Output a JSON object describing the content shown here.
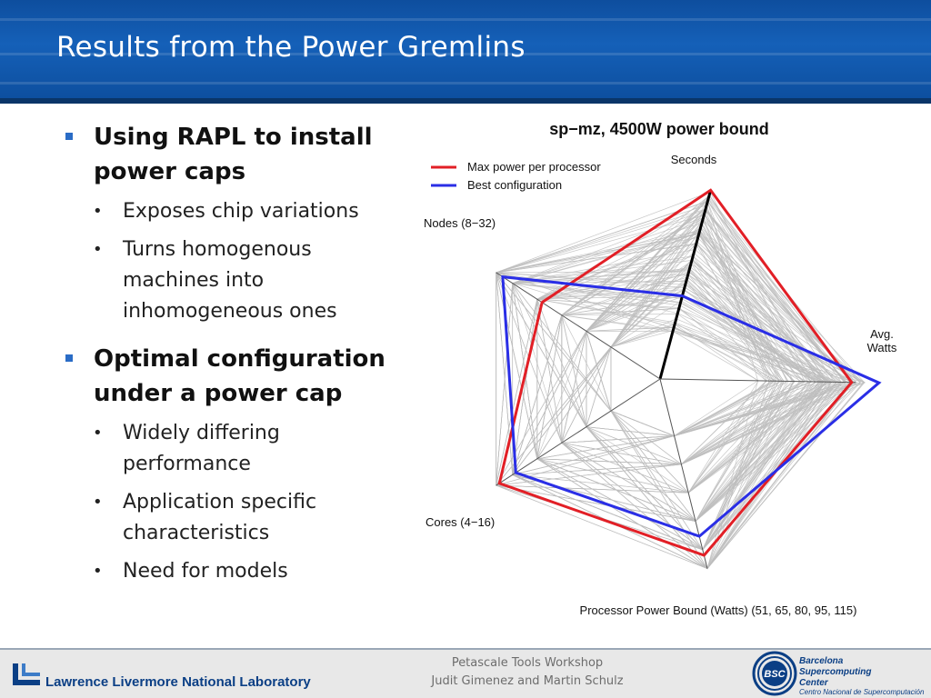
{
  "slide": {
    "title": "Results from the Power Gremlins"
  },
  "bullets": [
    {
      "text": "Using RAPL to install power caps",
      "sub": [
        "Exposes chip variations",
        "Turns homogenous machines into inhomogeneous ones"
      ]
    },
    {
      "text": "Optimal configuration under a power cap",
      "sub": [
        "Widely differing performance",
        "Application specific characteristics",
        "Need for models"
      ]
    }
  ],
  "chart_data": {
    "type": "radar",
    "title": "sp−mz, 4500W power bound",
    "axes": [
      "Seconds",
      "Avg. Watts",
      "Processor Power Bound (Watts) (51, 65, 80, 95, 115)",
      "Cores (4−16)",
      "Nodes (8−32)"
    ],
    "axis_range": [
      0,
      1
    ],
    "legend": {
      "position": "top-left"
    },
    "series": [
      {
        "name": "Max power per processor",
        "color": "#e21f26",
        "values": [
          1.0,
          0.98,
          0.93,
          0.98,
          0.72
        ]
      },
      {
        "name": "Best configuration",
        "color": "#2a2ee6",
        "values": [
          0.44,
          1.12,
          0.83,
          0.88,
          0.96
        ]
      }
    ],
    "background_series_count": 120,
    "background_color": "#bdbdbd",
    "highlight_axis": "Seconds",
    "highlight_color": "#000000"
  },
  "footer": {
    "org": "Lawrence Livermore National Laboratory",
    "event": "Petascale Tools Workshop",
    "authors": "Judit Gimenez and Martin Schulz",
    "bsc_line1": "Barcelona",
    "bsc_line2": "Supercomputing",
    "bsc_line3": "Center",
    "bsc_subtitle": "Centro Nacional de Supercomputación",
    "bsc_badge": "BSC"
  }
}
